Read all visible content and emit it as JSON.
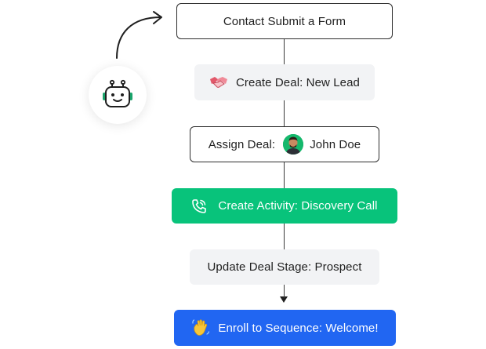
{
  "steps": {
    "trigger": "Contact Submit a Form",
    "create_deal": "Create Deal: New Lead",
    "assign_deal": "Assign Deal:",
    "assignee": "John Doe",
    "create_activity": "Create Activity: Discovery Call",
    "update_stage": "Update Deal Stage: Prospect",
    "enroll": "Enroll to Sequence: Welcome!"
  },
  "icons": {
    "bot": "robot-icon",
    "deal": "handshake-icon",
    "assignee_avatar": "avatar",
    "activity": "phone-call-icon",
    "enroll": "waving-hand-icon"
  },
  "colors": {
    "activity_green": "#08c37b",
    "enroll_blue": "#2166f2",
    "gray_step": "#f2f3f5",
    "bot_accent": "#1aa36b"
  }
}
